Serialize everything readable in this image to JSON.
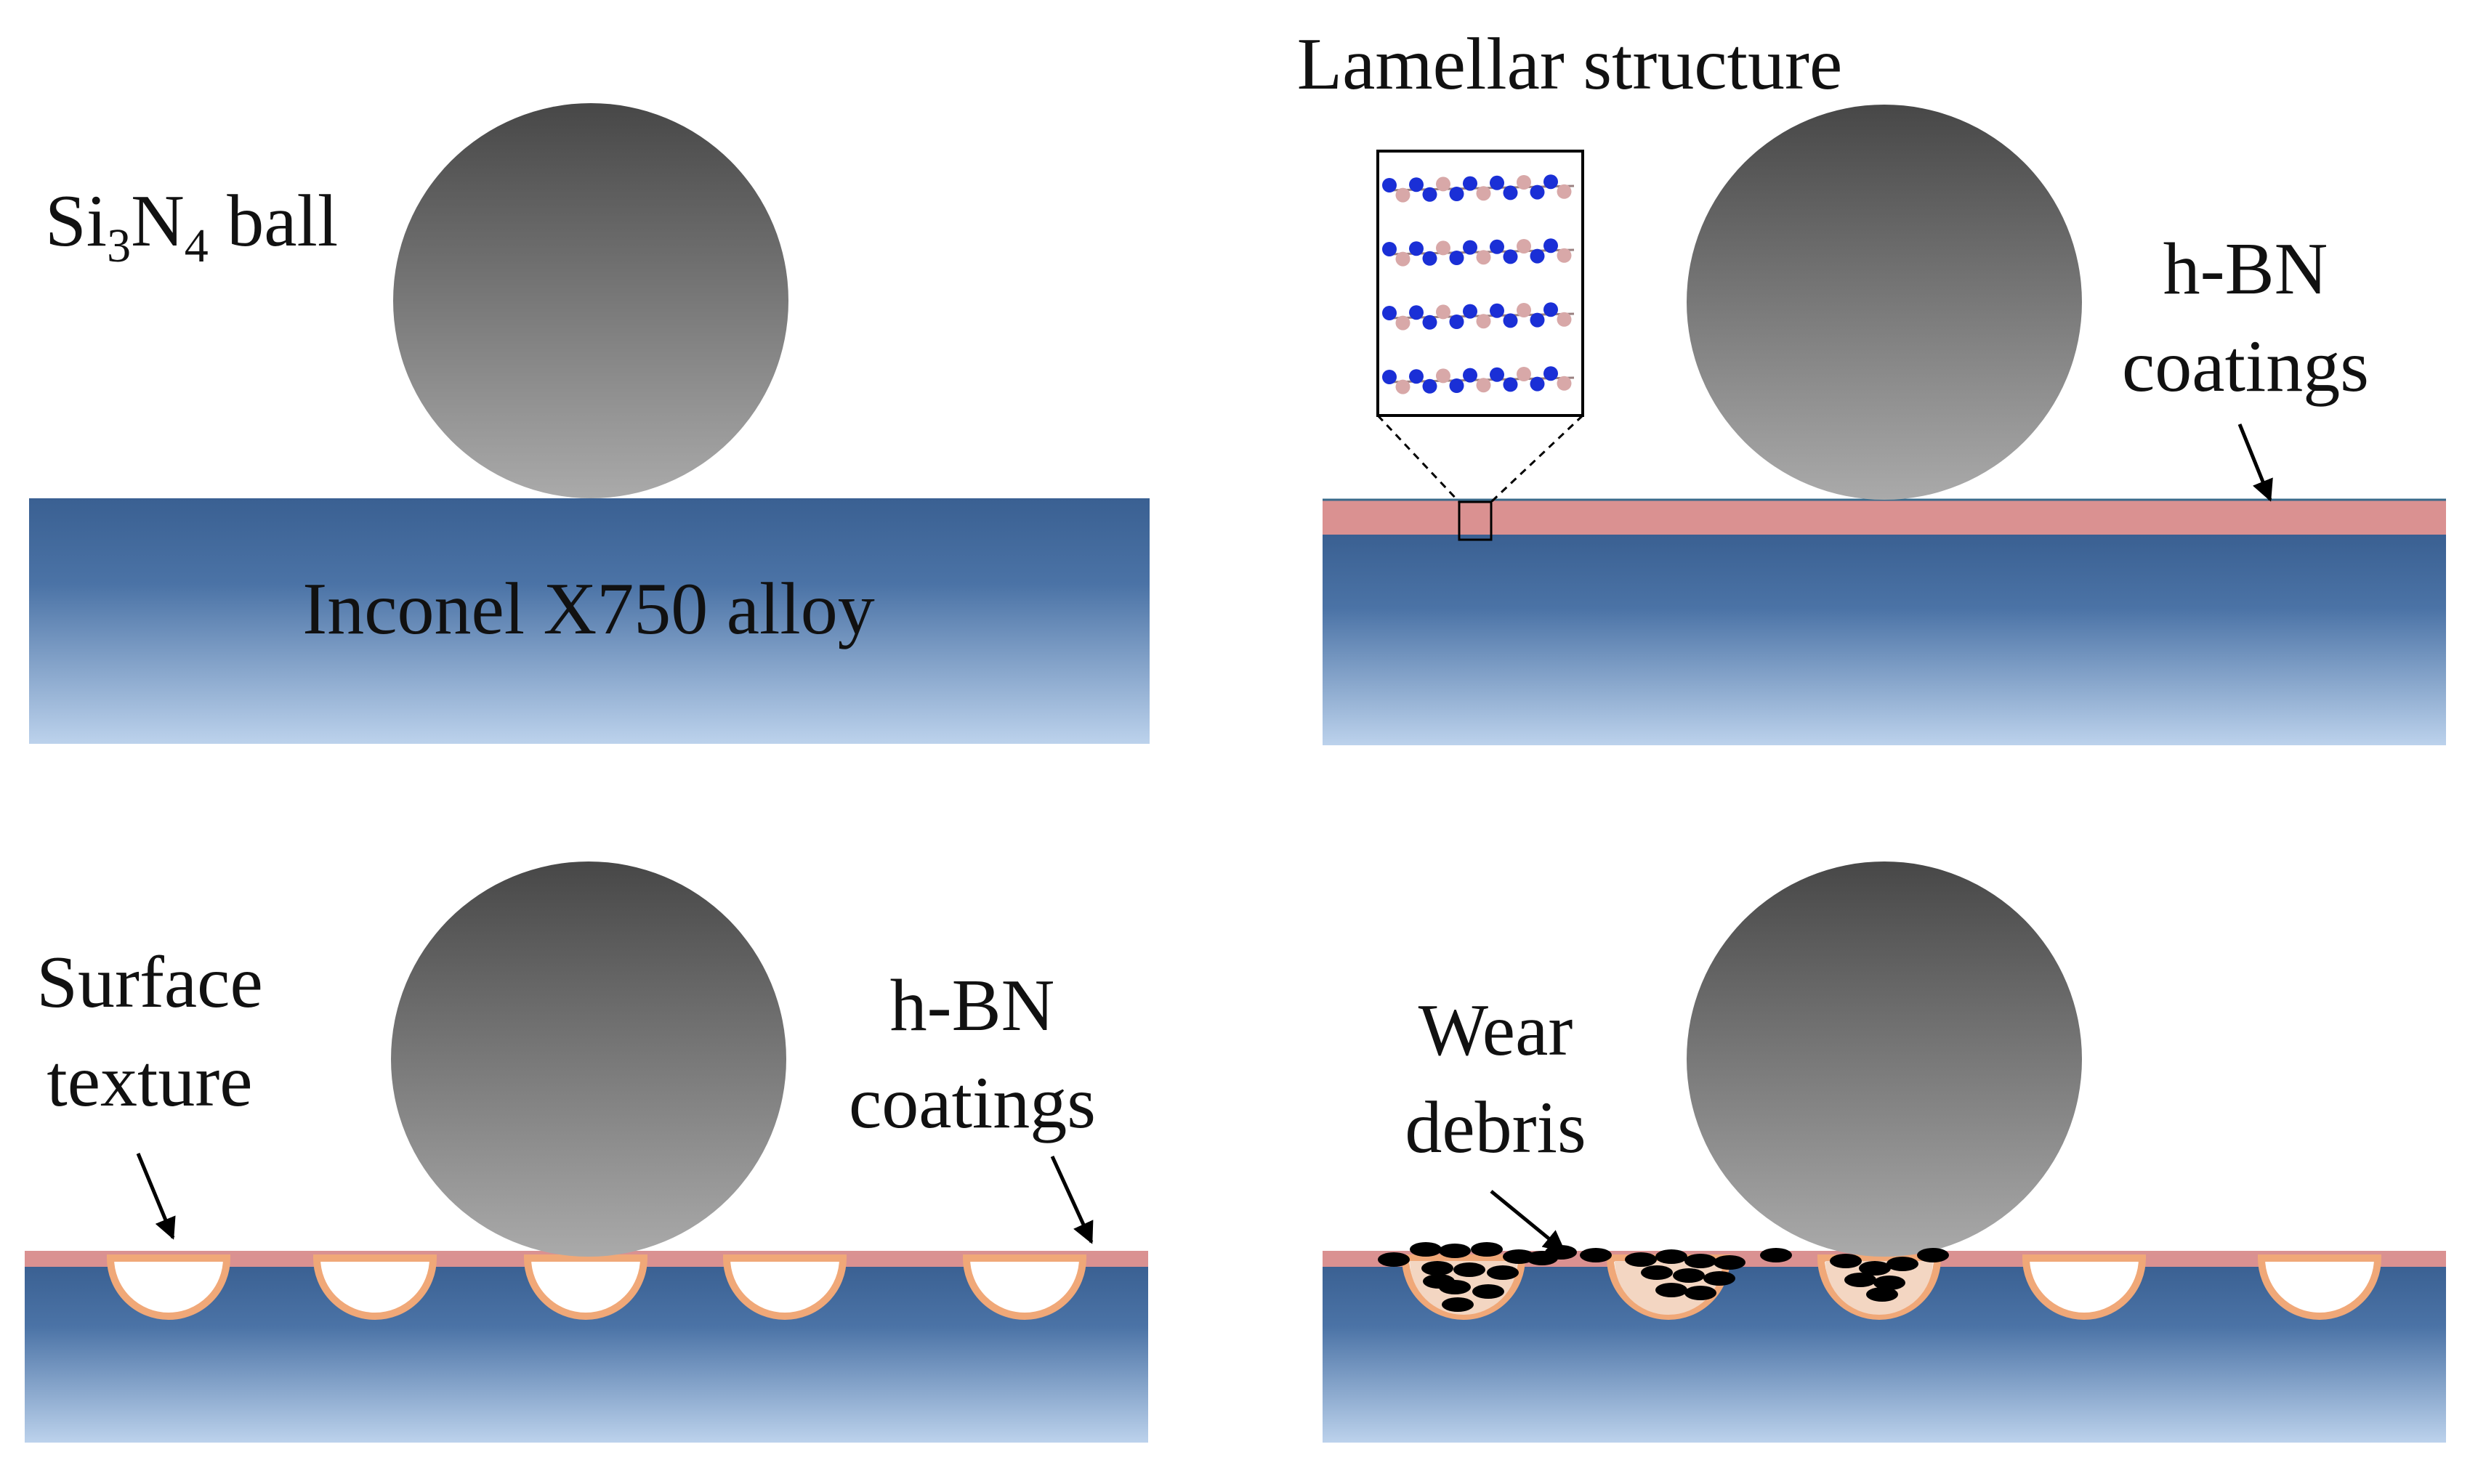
{
  "panels": {
    "a": {
      "ball_label": "Si3N4 ball",
      "ball_label_parts": {
        "base1": "Si",
        "sub1": "3",
        "base2": "N",
        "sub2": "4",
        "rest": " ball"
      },
      "substrate_label": "Inconel X750 alloy"
    },
    "b": {
      "inset_title": "Lamellar structure",
      "coating_label_line1": "h-BN",
      "coating_label_line2": "coatings"
    },
    "c": {
      "texture_label_line1": "Surface",
      "texture_label_line2": "texture",
      "coating_label_line1": "h-BN",
      "coating_label_line2": "coatings"
    },
    "d": {
      "debris_label_line1": "Wear",
      "debris_label_line2": "debris"
    }
  },
  "colors": {
    "substrate_top": "#3a6092",
    "substrate_bottom": "#bcd2ec",
    "coating": "#da9191",
    "dimple_rim": "#f0a878",
    "ball_top": "#4a4a4a",
    "ball_bottom": "#a8a8a8",
    "boron_atom": "#1a2fd6",
    "nitrogen_atom": "#d8a8a8",
    "debris": "#000000"
  },
  "icons": [
    "arrow-icon",
    "atom-layer-icon",
    "zoom-box-icon"
  ]
}
